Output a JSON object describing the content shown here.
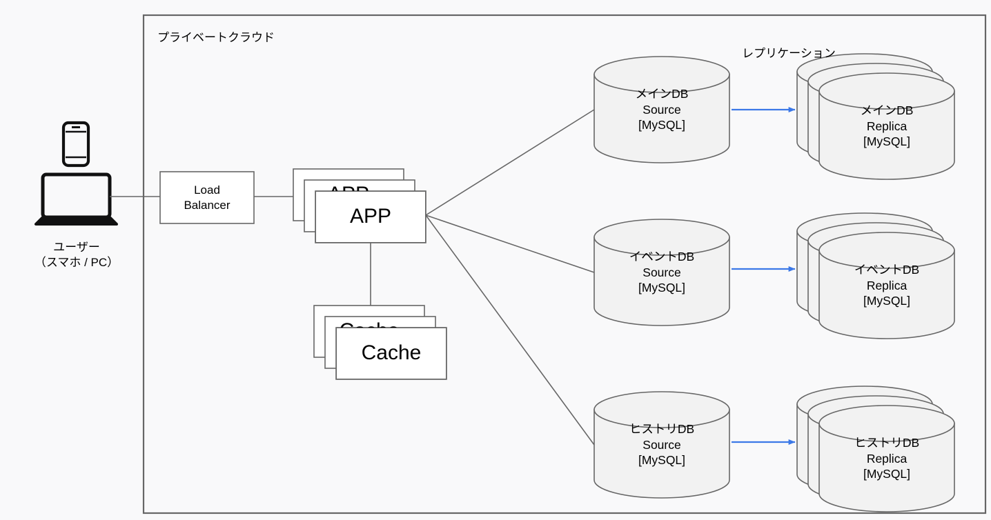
{
  "diagram": {
    "title_visible": false,
    "background_color": "#f9f9fa",
    "stroke_color": "#666666",
    "arrow_color": "#3b78e7",
    "cylinder_fill": "#f2f2f2",
    "box_fill": "#ffffff"
  },
  "container": {
    "label": "プライベートクラウド"
  },
  "labels": {
    "replication": "レプリケーション"
  },
  "user": {
    "name_line1": "ユーザー",
    "name_line2": "（スマホ / PC）",
    "icon_phone": "smartphone-icon",
    "icon_laptop": "laptop-icon"
  },
  "load_balancer": {
    "line1": "Load",
    "line2": "Balancer"
  },
  "app": {
    "label": "APP",
    "stack_count": 3
  },
  "cache": {
    "label": "Cache",
    "stack_count": 3
  },
  "databases": [
    {
      "id": "main",
      "source": {
        "line1": "メインDB",
        "line2": "Source",
        "line3": "[MySQL]"
      },
      "replica": {
        "line1": "メインDB",
        "line2": "Replica",
        "line3": "[MySQL]",
        "stack_count": 3
      }
    },
    {
      "id": "event",
      "source": {
        "line1": "イベントDB",
        "line2": "Source",
        "line3": "[MySQL]"
      },
      "replica": {
        "line1": "イベントDB",
        "line2": "Replica",
        "line3": "[MySQL]",
        "stack_count": 3
      }
    },
    {
      "id": "history",
      "source": {
        "line1": "ヒストリDB",
        "line2": "Source",
        "line3": "[MySQL]"
      },
      "replica": {
        "line1": "ヒストリDB",
        "line2": "Replica",
        "line3": "[MySQL]",
        "stack_count": 3
      }
    }
  ]
}
